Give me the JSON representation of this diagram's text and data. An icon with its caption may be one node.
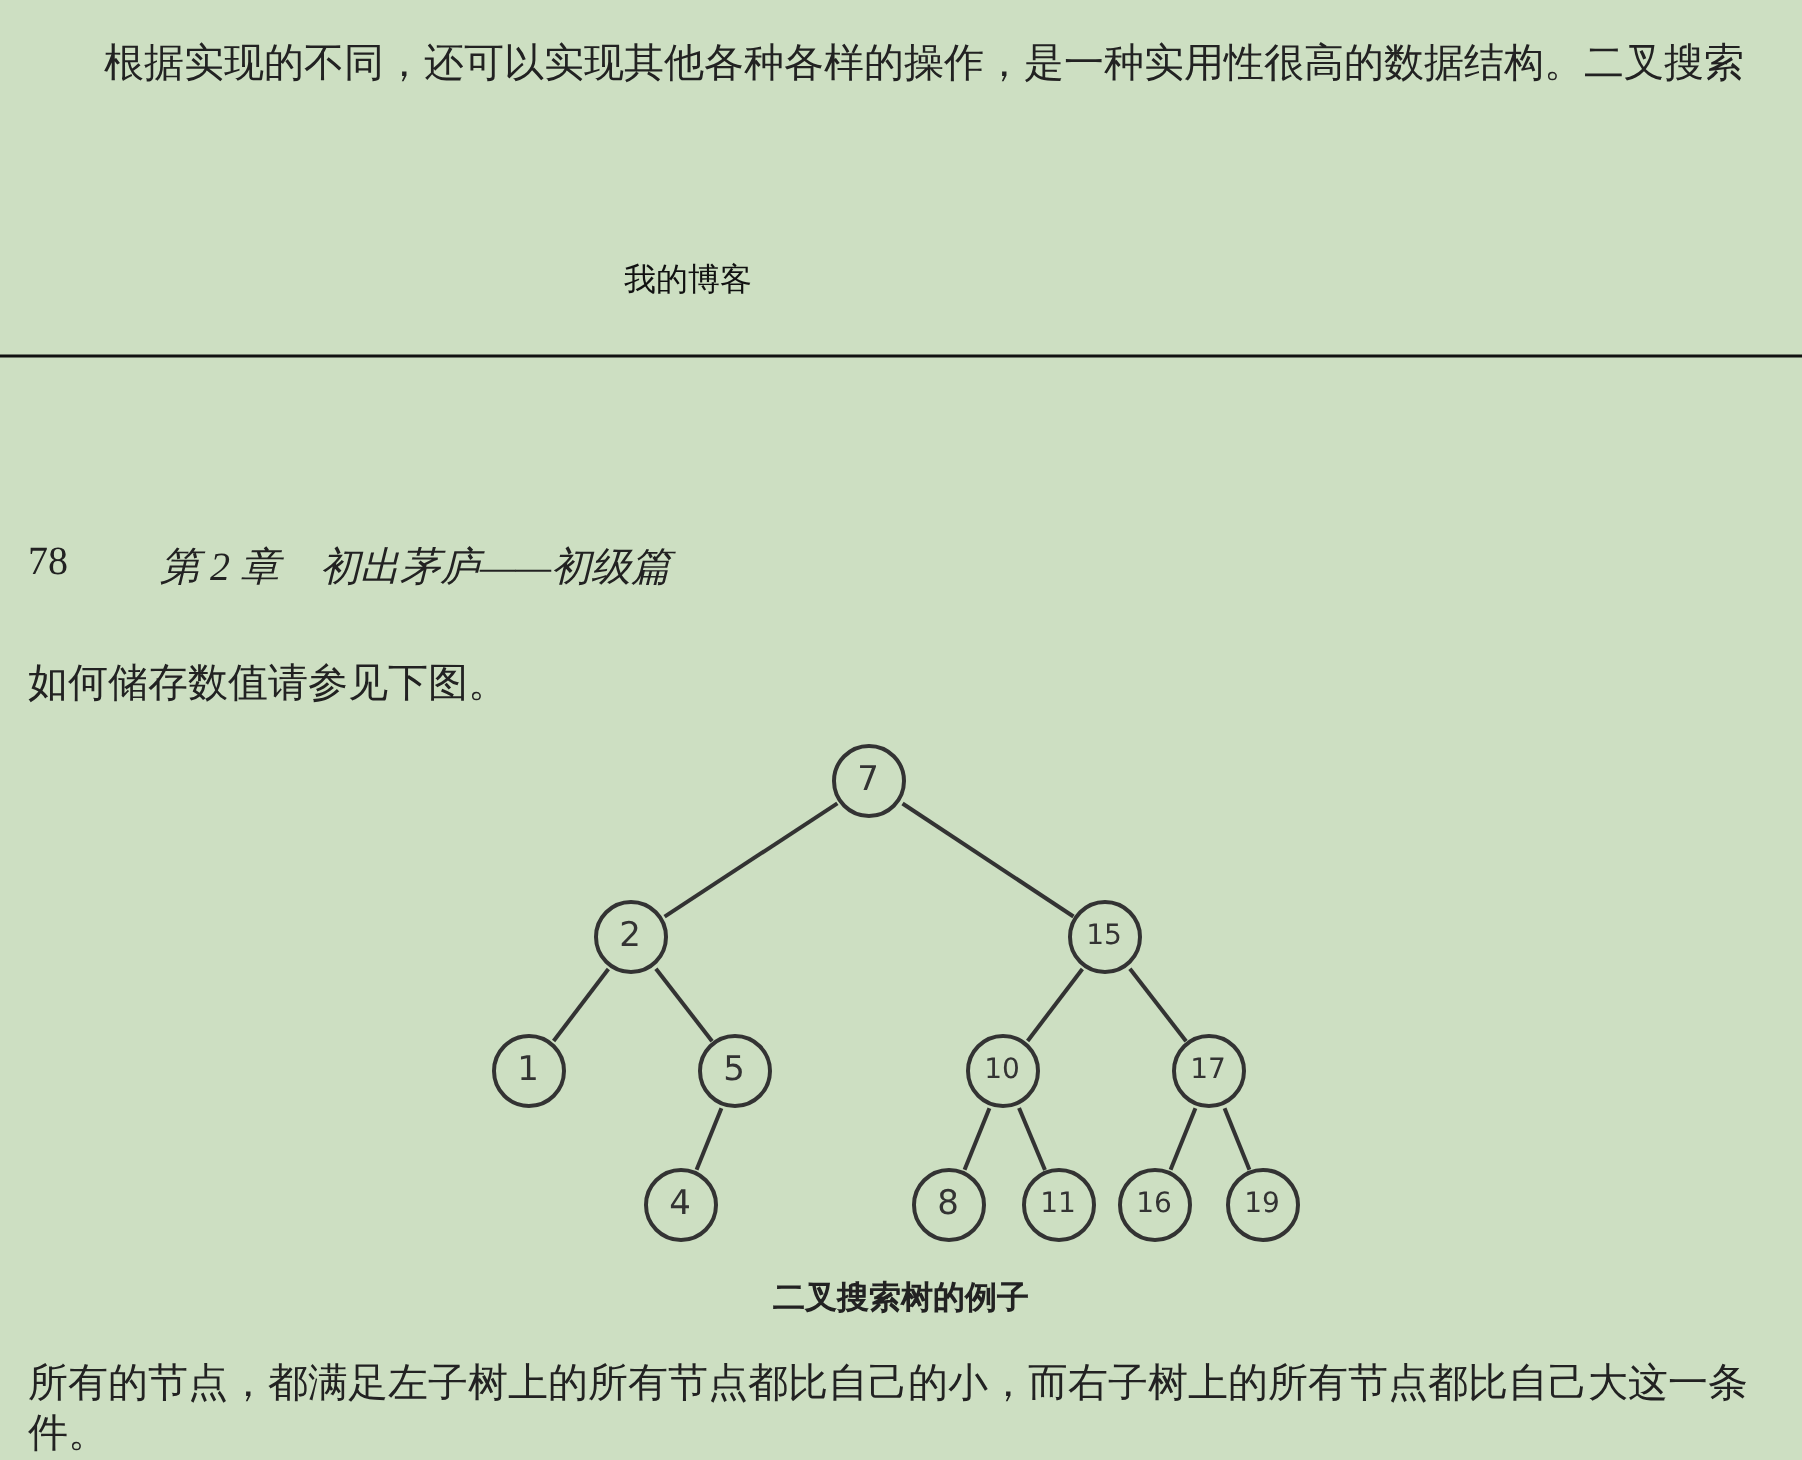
{
  "diagram": {
    "caption": "二叉搜索树的例子",
    "nodes": [
      {
        "text": [
          "7"
        ]
      },
      {
        "text": [
          "2"
        ]
      },
      {
        "text": [
          "15"
        ]
      },
      {
        "text": [
          "1"
        ]
      },
      {
        "text": [
          "5"
        ]
      },
      {
        "text": [
          "10"
        ]
      },
      {
        "text": [
          "17"
        ]
      },
      {
        "text": [
          "4"
        ]
      },
      {
        "text": [
          "8"
        ]
      },
      {
        "text": [
          "11"
        ]
      },
      {
        "text": [
          "16"
        ]
      },
      {
        "text": [
          "19"
        ]
      }
    ],
    "edges": [
      {
        "from": 0,
        "to": 1,
        "arrow": "none"
      },
      {
        "from": 0,
        "to": 2,
        "arrow": "none"
      },
      {
        "from": 1,
        "to": 3,
        "arrow": "none"
      },
      {
        "from": 1,
        "to": 4,
        "arrow": "none"
      },
      {
        "from": 2,
        "to": 5,
        "arrow": "none"
      },
      {
        "from": 2,
        "to": 6,
        "arrow": "none"
      },
      {
        "from": 4,
        "to": 7,
        "arrow": "none"
      },
      {
        "from": 5,
        "to": 8,
        "arrow": "none"
      },
      {
        "from": 5,
        "to": 9,
        "arrow": "none"
      },
      {
        "from": 6,
        "to": 10,
        "arrow": "none"
      },
      {
        "from": 6,
        "to": 11,
        "arrow": "none"
      }
    ],
    "labels": [
      "根据实现的不同，还可以实现其他各种各样的操作，是一种实用性很高的数据结构。二叉搜索",
      "我的博客",
      "78",
      "第 2 章　初出茅庐——初级篇",
      "如何储存数值请参见下图。",
      "所有的节点，都满足左子树上的所有节点都比自己的小，而右子树上的所有节点都比自己大这一条件。"
    ]
  }
}
